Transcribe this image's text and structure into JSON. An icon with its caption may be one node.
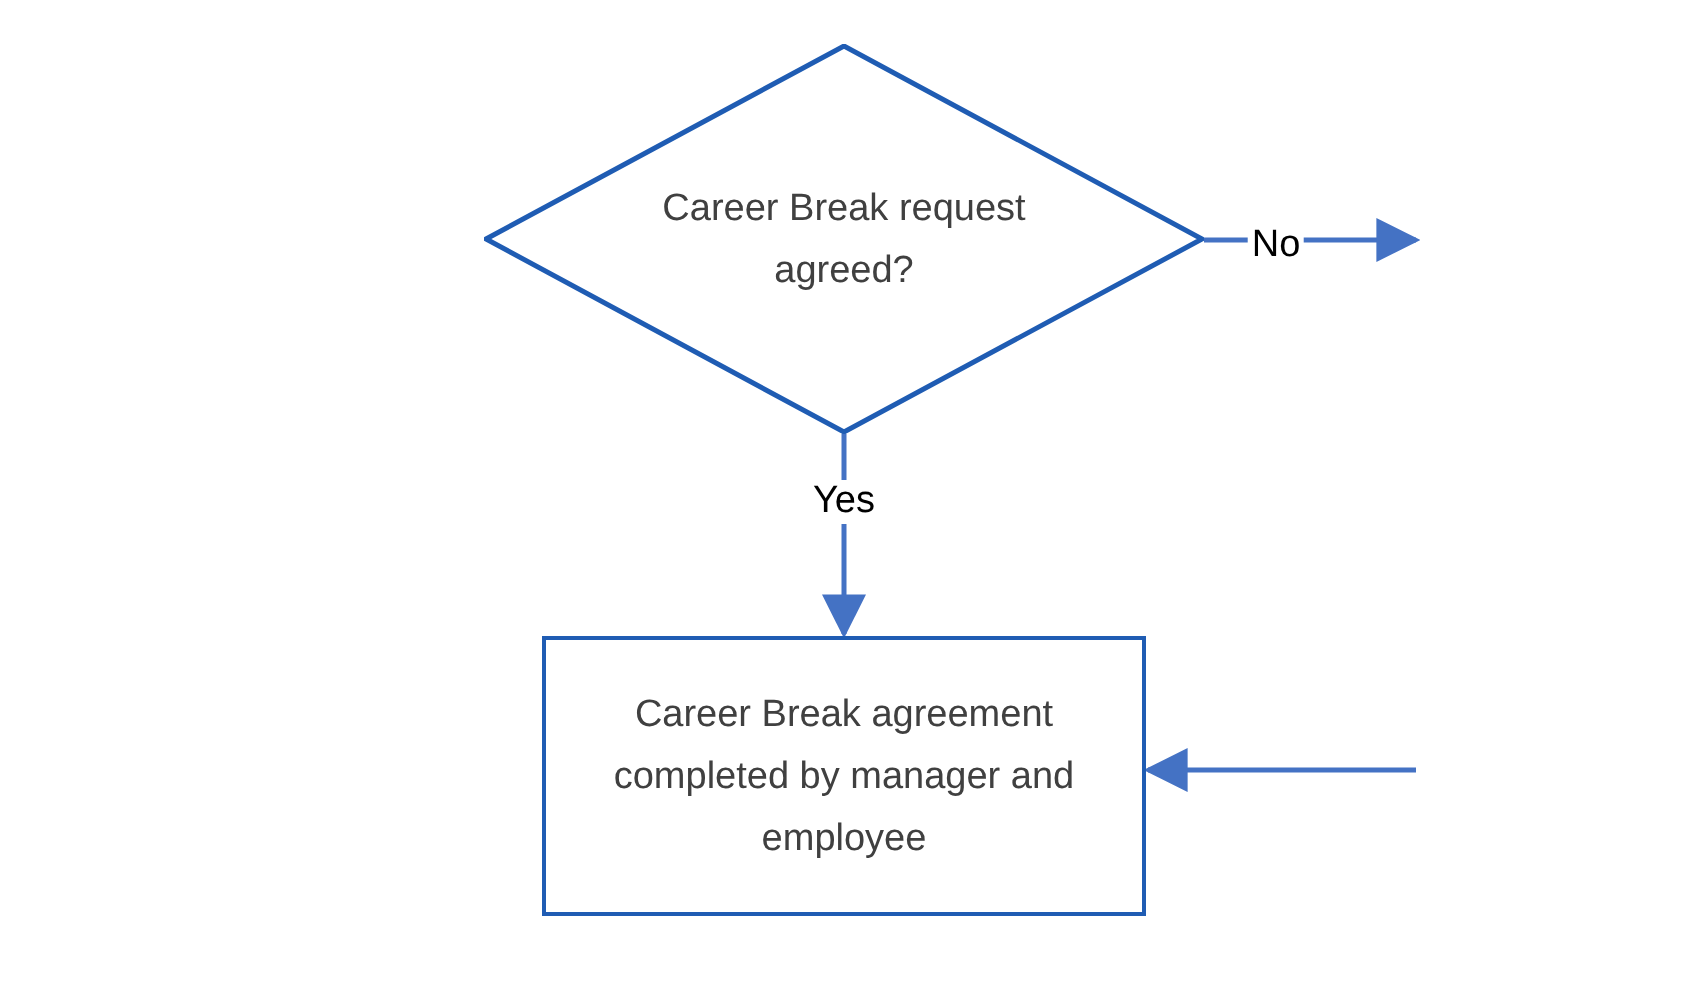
{
  "diagram": {
    "nodes": [
      {
        "text": [
          "Career Break request agreed?"
        ]
      },
      {
        "text": [
          "Career Break agreement completed by manager and employee"
        ]
      }
    ],
    "edges": [
      {
        "from": 0,
        "to": null,
        "arrow": "to",
        "label": "No"
      },
      {
        "from": 0,
        "to": 1,
        "arrow": "to",
        "label": "Yes"
      },
      {
        "from": null,
        "to": 1,
        "arrow": "to"
      }
    ]
  }
}
